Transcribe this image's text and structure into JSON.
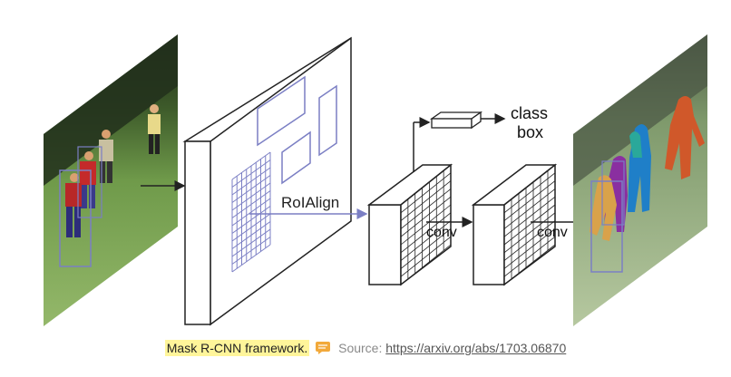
{
  "diagram": {
    "roialign_label": "RoIAlign",
    "conv1_label": "conv",
    "conv2_label": "conv",
    "class_label": "class",
    "box_label": "box"
  },
  "caption": {
    "title": "Mask R-CNN framework.",
    "source_label": "Source:",
    "source_url": "https://arxiv.org/abs/1703.06870"
  },
  "colors": {
    "roi_blue": "#7b7fc4",
    "caption_highlight": "#fff59a"
  }
}
